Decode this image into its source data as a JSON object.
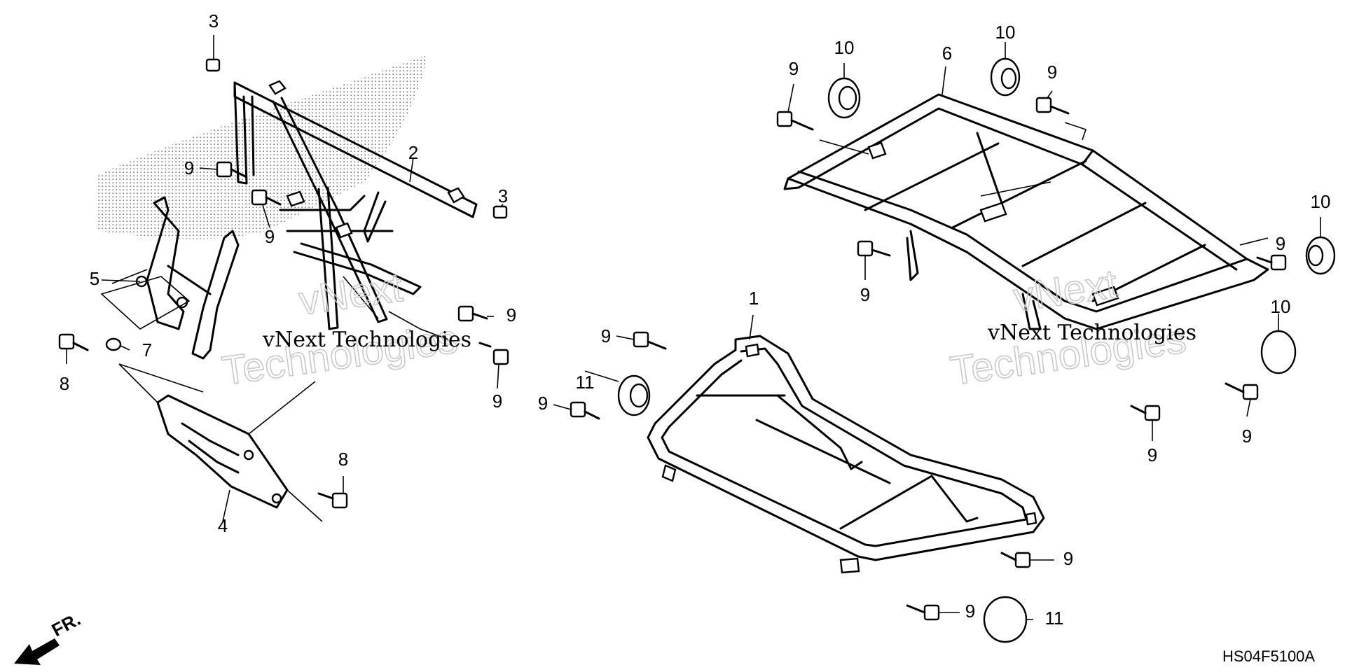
{
  "diagram": {
    "labels": {
      "l3a": "3",
      "l2": "2",
      "l9a": "9",
      "l9b": "9",
      "l3b": "3",
      "l5": "5",
      "l9c": "9",
      "l7": "7",
      "l8a": "8",
      "l9d": "9",
      "l8b": "8",
      "l4": "4",
      "l10a": "10",
      "l6": "6",
      "l10b": "10",
      "l9e": "9",
      "l9f": "9",
      "l10c": "10",
      "l9g": "9",
      "l9h": "9",
      "l1": "1",
      "l9i": "9",
      "l11a": "11",
      "l9j": "9",
      "l10d": "10",
      "l9k": "9",
      "l9l": "9",
      "l9m": "9",
      "l9n": "9",
      "l11b": "11"
    },
    "watermark": {
      "line1": "vNext Technologies",
      "line2": "Technologies",
      "overlay": "vNext"
    },
    "front_marker": "FR.",
    "drawing_code": "HS04F5100A"
  },
  "colors": {
    "line": "#000000",
    "background": "#ffffff",
    "watermark_outline": "#c8c8c8",
    "dot_pattern": "#000000"
  }
}
